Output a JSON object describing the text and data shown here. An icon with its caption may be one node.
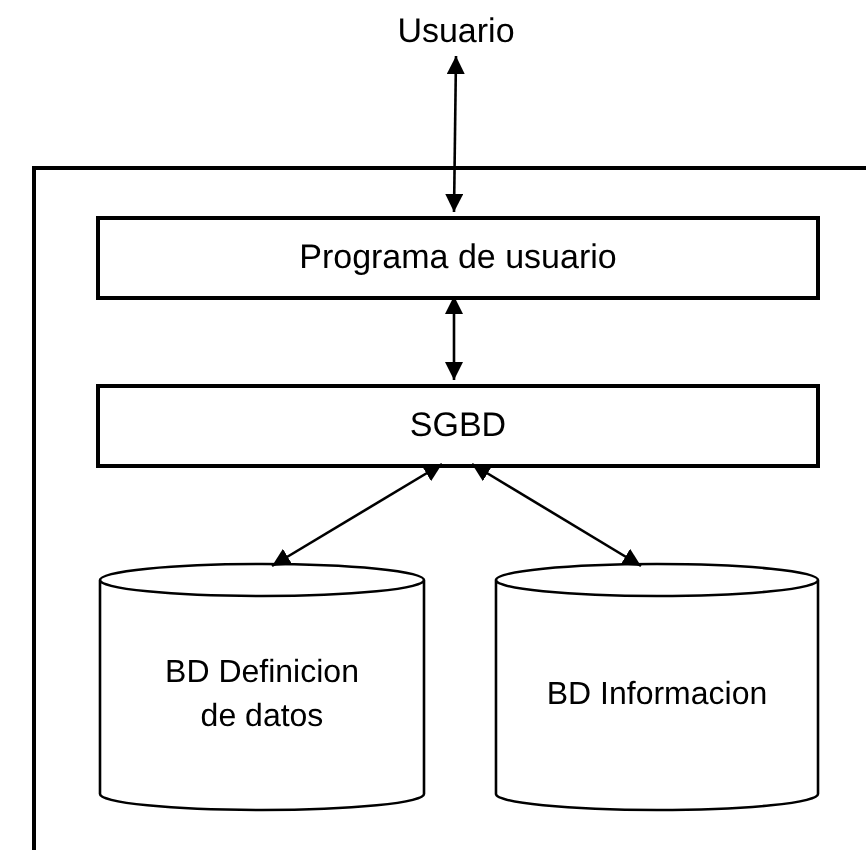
{
  "diagram": {
    "nodes": [
      {
        "text": [
          "Usuario"
        ]
      },
      {
        "text": [],
        "shape": "box"
      },
      {
        "text": [
          "Programa de usuario"
        ],
        "in": 1
      },
      {
        "text": [
          "SGBD"
        ],
        "in": 1
      },
      {
        "text": [
          "BD Definicion de datos"
        ],
        "in": 1
      },
      {
        "text": [
          "BD Informacion"
        ],
        "in": 1
      }
    ],
    "edges": [
      {
        "from": 0,
        "to": 2,
        "arrow": "both"
      },
      {
        "from": 2,
        "to": 3,
        "arrow": "both"
      },
      {
        "from": 3,
        "to": 4,
        "arrow": "both"
      },
      {
        "from": 3,
        "to": 5,
        "arrow": "both"
      }
    ]
  }
}
